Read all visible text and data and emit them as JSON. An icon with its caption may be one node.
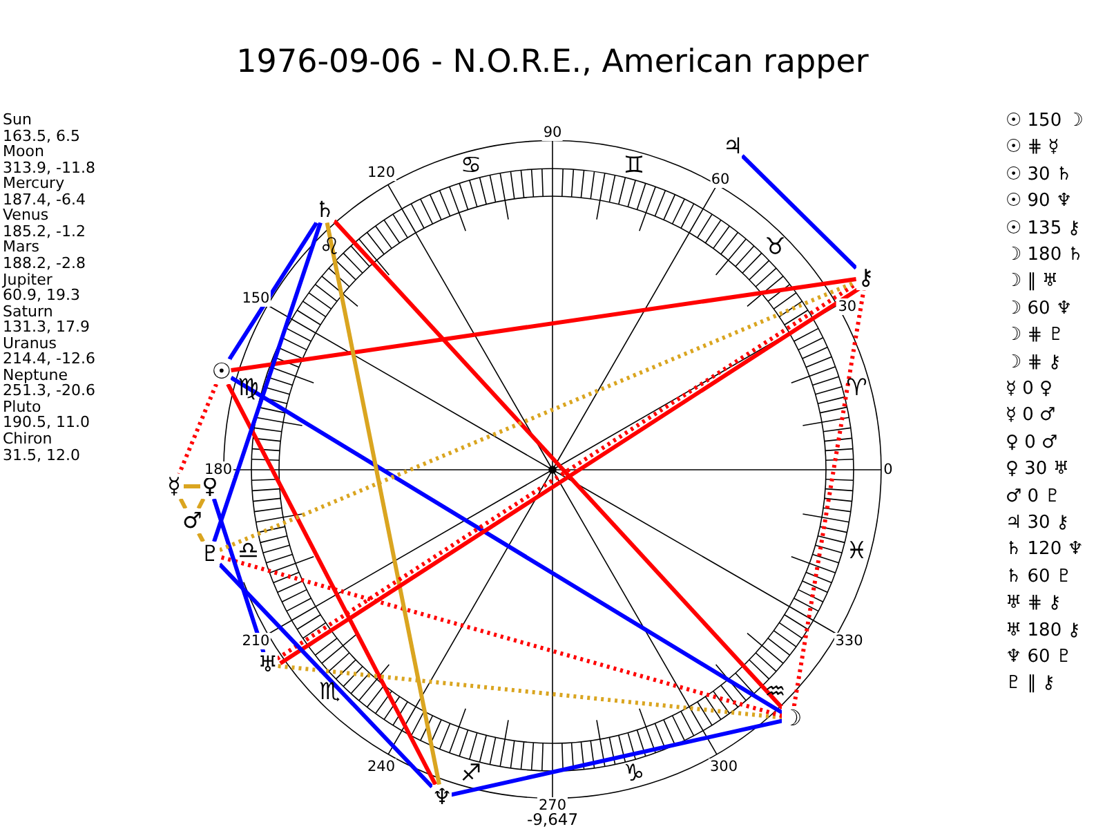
{
  "diagram": {
    "title": "1976-09-06 - N.O.R.E., American rapper",
    "nodes": [
      {
        "text": [
          "☉"
        ]
      },
      {
        "text": [
          "☽"
        ]
      },
      {
        "text": [
          "☿"
        ]
      },
      {
        "text": [
          "♀"
        ]
      },
      {
        "text": [
          "♂"
        ]
      },
      {
        "text": [
          "♃"
        ]
      },
      {
        "text": [
          "♄"
        ]
      },
      {
        "text": [
          "♅"
        ]
      },
      {
        "text": [
          "♆"
        ]
      },
      {
        "text": [
          "♇"
        ]
      },
      {
        "text": [
          "⚷"
        ]
      }
    ],
    "edges": [
      {
        "from": 0,
        "to": 1,
        "arrow": "none",
        "color": "#0000ff"
      },
      {
        "from": 0,
        "to": 2,
        "arrow": "none",
        "style": "dashed",
        "color": "#ff0000"
      },
      {
        "from": 0,
        "to": 6,
        "arrow": "none",
        "color": "#0000ff"
      },
      {
        "from": 0,
        "to": 8,
        "arrow": "none",
        "color": "#ff0000"
      },
      {
        "from": 0,
        "to": 10,
        "arrow": "none",
        "color": "#ff0000"
      },
      {
        "from": 1,
        "to": 6,
        "arrow": "none",
        "color": "#ff0000"
      },
      {
        "from": 1,
        "to": 7,
        "arrow": "none",
        "style": "dashed",
        "color": "#daa520"
      },
      {
        "from": 1,
        "to": 8,
        "arrow": "none",
        "color": "#0000ff"
      },
      {
        "from": 1,
        "to": 9,
        "arrow": "none",
        "style": "dashed",
        "color": "#ff0000"
      },
      {
        "from": 1,
        "to": 10,
        "arrow": "none",
        "style": "dashed",
        "color": "#ff0000"
      },
      {
        "from": 2,
        "to": 3,
        "arrow": "none",
        "color": "#daa520"
      },
      {
        "from": 2,
        "to": 4,
        "arrow": "none",
        "color": "#daa520"
      },
      {
        "from": 3,
        "to": 4,
        "arrow": "none",
        "color": "#daa520"
      },
      {
        "from": 3,
        "to": 7,
        "arrow": "none",
        "color": "#0000ff"
      },
      {
        "from": 4,
        "to": 9,
        "arrow": "none",
        "color": "#daa520"
      },
      {
        "from": 5,
        "to": 10,
        "arrow": "none",
        "color": "#0000ff"
      },
      {
        "from": 6,
        "to": 8,
        "arrow": "none",
        "color": "#daa520"
      },
      {
        "from": 6,
        "to": 9,
        "arrow": "none",
        "color": "#0000ff"
      },
      {
        "from": 7,
        "to": 10,
        "arrow": "none",
        "style": "dashed",
        "color": "#ff0000"
      },
      {
        "from": 7,
        "to": 10,
        "arrow": "none",
        "color": "#ff0000"
      },
      {
        "from": 8,
        "to": 9,
        "arrow": "none",
        "color": "#0000ff"
      },
      {
        "from": 9,
        "to": 10,
        "arrow": "none",
        "style": "dashed",
        "color": "#daa520"
      }
    ],
    "labels": [
      "Sun",
      "163.5, 6.5",
      "Moon",
      "313.9, -11.8",
      "Mercury",
      "187.4, -6.4",
      "Venus",
      "185.2, -1.2",
      "Mars",
      "188.2, -2.8",
      "Jupiter",
      "60.9, 19.3",
      "Saturn",
      "131.3, 17.9",
      "Uranus",
      "214.4, -12.6",
      "Neptune",
      "251.3, -20.6",
      "Pluto",
      "190.5, 11.0",
      "Chiron",
      "31.5, 12.0",
      "90",
      "120",
      "60",
      "150",
      "30",
      "180",
      "0",
      "210",
      "330",
      "240",
      "300",
      "270",
      "-9,647",
      "♋",
      "♊",
      "♌",
      "♉",
      "♍",
      "♈",
      "♎",
      "♓",
      "♏",
      "♒",
      "♐",
      "♑",
      "☉ 150 ☽",
      "☉ ⋕ ☿",
      "☉ 30 ♄",
      "☉ 90 ♆",
      "☉ 135 ⚷",
      "☽ 180 ♄",
      "☽ ‖ ♅",
      "☽ 60 ♆",
      "☽ ⋕ ♇",
      "☽ ⋕ ⚷",
      "☿ 0 ♀",
      "☿ 0 ♂",
      "♀ 0 ♂",
      "♀ 30 ♅",
      "♂ 0 ♇",
      "♃ 30 ⚷",
      "♄ 120 ♆",
      "♄ 60 ♇",
      "♅ ⋕ ⚷",
      "♅ 180 ⚷",
      "♆ 60 ♇",
      "♇ ‖ ⚷"
    ]
  }
}
